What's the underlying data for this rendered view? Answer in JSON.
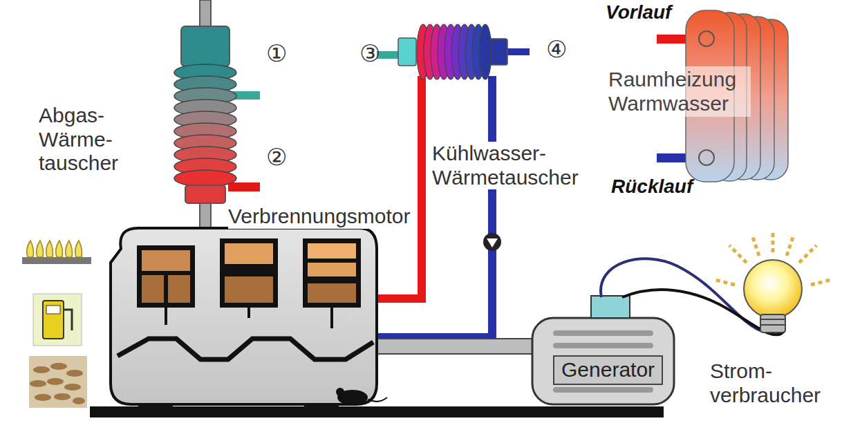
{
  "diagram": {
    "nodes": [
      {
        "text": [
          "Raumheizung Warmwasser"
        ]
      },
      {
        "text": [
          "Generator"
        ]
      }
    ],
    "labels": [
      "①",
      "②",
      "③",
      "④",
      "Abgas- Wärme- tauscher",
      "Verbrennungsmotor",
      "Kühlwasser- Wärmetauscher",
      "Vorlauf",
      "Rücklauf",
      "Strom- verbraucher"
    ]
  }
}
